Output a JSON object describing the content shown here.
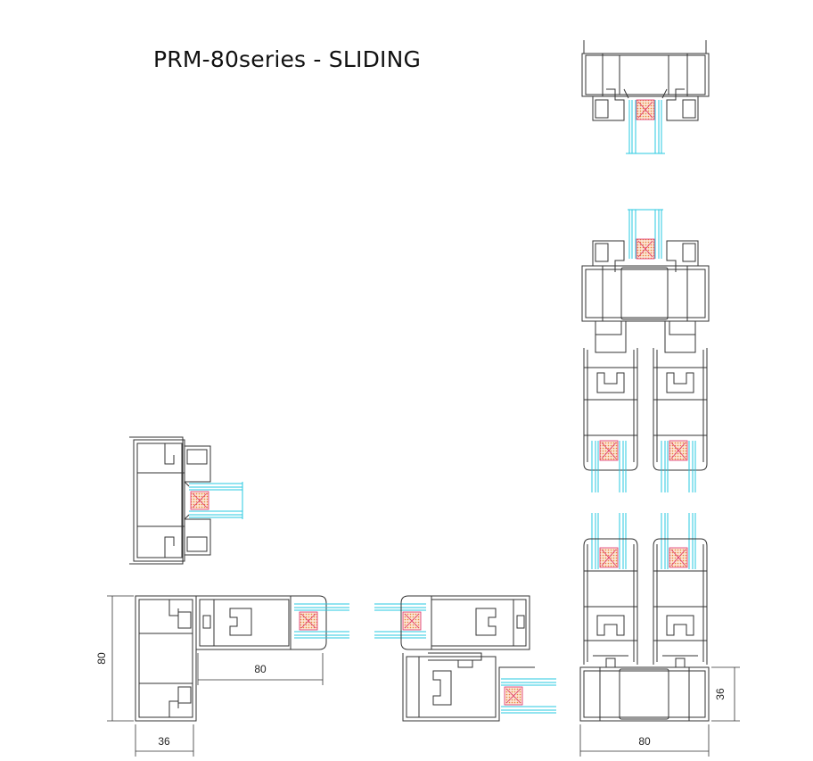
{
  "title": "PRM-80series - SLIDING",
  "dimensions": {
    "left_height": "80",
    "left_width": "36",
    "horizontal_length": "80",
    "right_height": "36",
    "right_width": "80"
  },
  "colors": {
    "profile_stroke": "#333333",
    "glass": "#27c8e0",
    "gasket": "#e0306e",
    "hatch": "#e8853a"
  }
}
